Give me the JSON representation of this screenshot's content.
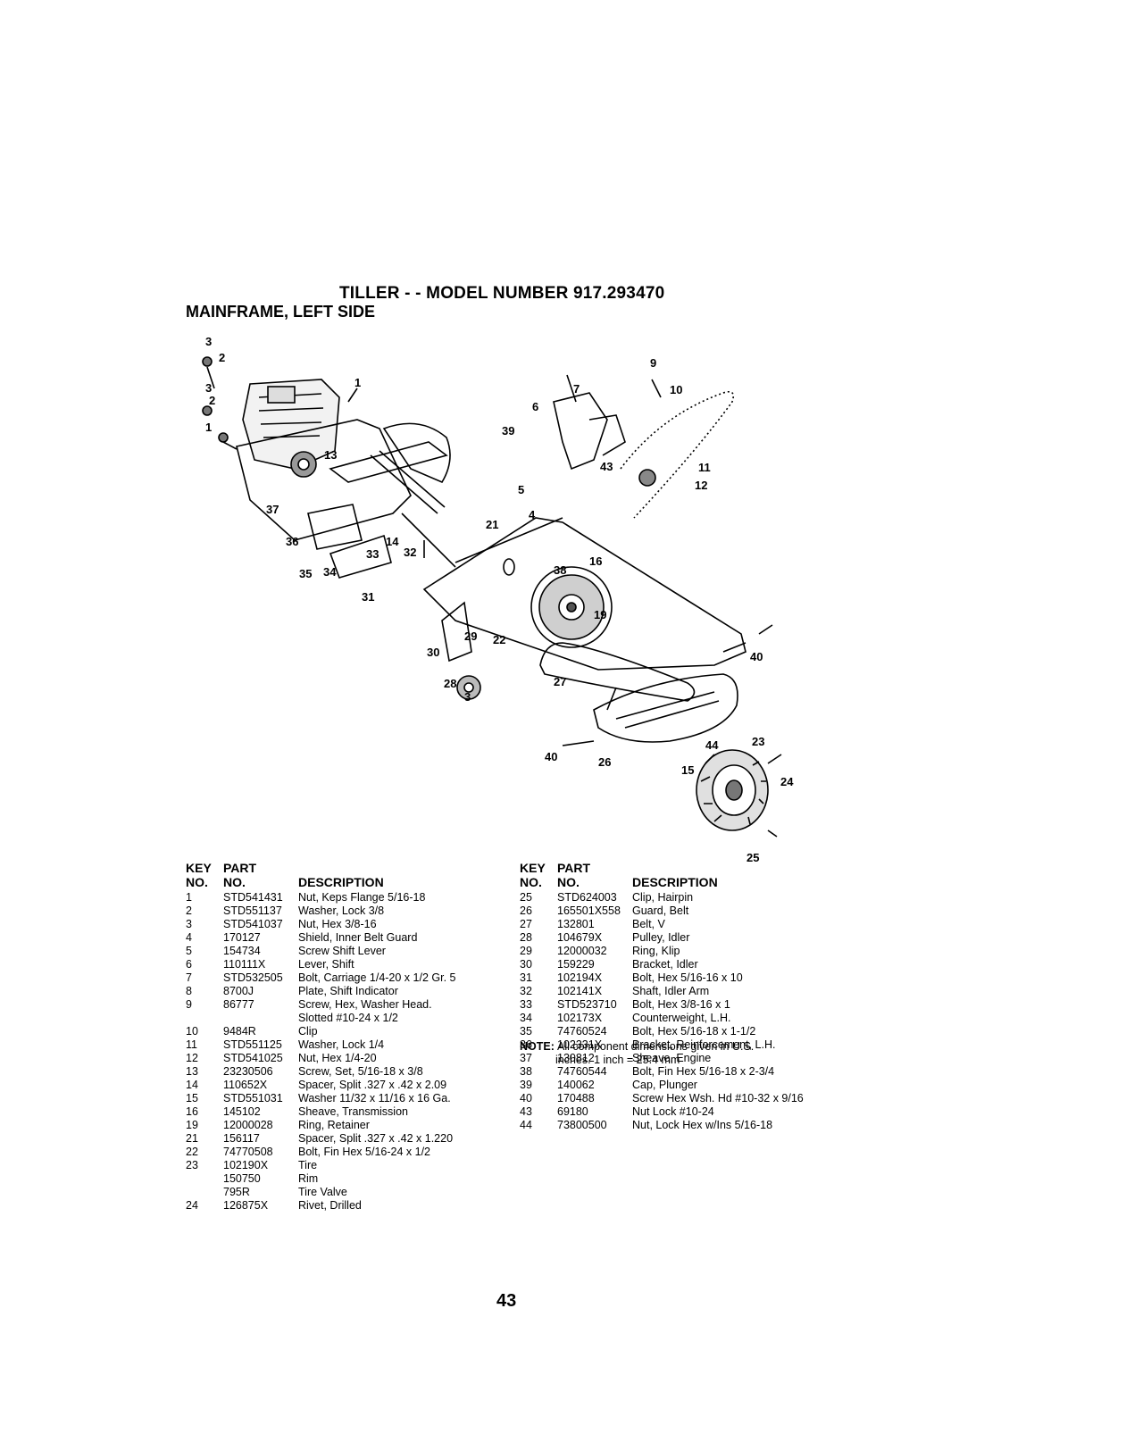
{
  "title": "TILLER - - MODEL NUMBER 917.293470",
  "subtitle": "MAINFRAME, LEFT SIDE",
  "table_headers": {
    "key_top": "KEY",
    "key_bottom": "NO.",
    "part_top": "PART",
    "part_bottom": "NO.",
    "description": "DESCRIPTION"
  },
  "left_rows": [
    {
      "key": "1",
      "part": "STD541431",
      "desc": "Nut, Keps Flange 5/16-18"
    },
    {
      "key": "2",
      "part": "STD551137",
      "desc": "Washer, Lock 3/8"
    },
    {
      "key": "3",
      "part": "STD541037",
      "desc": "Nut, Hex 3/8-16"
    },
    {
      "key": "4",
      "part": "170127",
      "desc": "Shield, Inner Belt Guard"
    },
    {
      "key": "5",
      "part": "154734",
      "desc": "Screw Shift Lever"
    },
    {
      "key": "6",
      "part": "110111X",
      "desc": "Lever, Shift"
    },
    {
      "key": "7",
      "part": "STD532505",
      "desc": "Bolt, Carriage 1/4-20 x 1/2 Gr. 5"
    },
    {
      "key": "8",
      "part": "8700J",
      "desc": "Plate, Shift Indicator"
    },
    {
      "key": "9",
      "part": "86777",
      "desc": "Screw, Hex, Washer Head."
    },
    {
      "key": "",
      "part": "",
      "desc": "Slotted #10-24 x 1/2"
    },
    {
      "key": "10",
      "part": "9484R",
      "desc": "Clip"
    },
    {
      "key": "11",
      "part": "STD551125",
      "desc": "Washer, Lock 1/4"
    },
    {
      "key": "12",
      "part": "STD541025",
      "desc": "Nut, Hex 1/4-20"
    },
    {
      "key": "13",
      "part": "23230506",
      "desc": "Screw, Set, 5/16-18 x 3/8"
    },
    {
      "key": "14",
      "part": "110652X",
      "desc": "Spacer, Split .327 x .42 x 2.09"
    },
    {
      "key": "15",
      "part": "STD551031",
      "desc": "Washer 11/32 x 11/16 x 16 Ga."
    },
    {
      "key": "16",
      "part": "145102",
      "desc": "Sheave, Transmission"
    },
    {
      "key": "19",
      "part": "12000028",
      "desc": "Ring, Retainer"
    },
    {
      "key": "21",
      "part": "156117",
      "desc": "Spacer, Split .327 x .42 x 1.220"
    },
    {
      "key": "22",
      "part": "74770508",
      "desc": "Bolt, Fin Hex 5/16-24 x 1/2"
    },
    {
      "key": "23",
      "part": "102190X",
      "desc": "Tire"
    },
    {
      "key": "",
      "part": "150750",
      "desc": "Rim"
    },
    {
      "key": "",
      "part": "795R",
      "desc": "Tire Valve"
    },
    {
      "key": "24",
      "part": "126875X",
      "desc": "Rivet, Drilled"
    }
  ],
  "right_rows": [
    {
      "key": "25",
      "part": "STD624003",
      "desc": "Clip, Hairpin"
    },
    {
      "key": "26",
      "part": "165501X558",
      "desc": "Guard, Belt"
    },
    {
      "key": "27",
      "part": "132801",
      "desc": "Belt, V"
    },
    {
      "key": "28",
      "part": "104679X",
      "desc": "Pulley, Idler"
    },
    {
      "key": "29",
      "part": "12000032",
      "desc": "Ring, Klip"
    },
    {
      "key": "30",
      "part": "159229",
      "desc": "Bracket, Idler"
    },
    {
      "key": "31",
      "part": "102194X",
      "desc": "Bolt, Hex 5/16-16 x 10"
    },
    {
      "key": "32",
      "part": "102141X",
      "desc": "Shaft, Idler Arm"
    },
    {
      "key": "33",
      "part": "STD523710",
      "desc": "Bolt, Hex 3/8-16 x 1"
    },
    {
      "key": "34",
      "part": "102173X",
      "desc": "Counterweight, L.H."
    },
    {
      "key": "35",
      "part": "74760524",
      "desc": "Bolt, Hex 5/16-18 x 1-1/2"
    },
    {
      "key": "36",
      "part": "102331X",
      "desc": "Bracket, Reinforcement, L.H."
    },
    {
      "key": "37",
      "part": "130812",
      "desc": "Sheave, Engine"
    },
    {
      "key": "38",
      "part": "74760544",
      "desc": "Bolt, Fin Hex 5/16-18 x 2-3/4"
    },
    {
      "key": "39",
      "part": "140062",
      "desc": "Cap, Plunger"
    },
    {
      "key": "40",
      "part": "170488",
      "desc": "Screw Hex Wsh. Hd #10-32 x 9/16"
    },
    {
      "key": "43",
      "part": "69180",
      "desc": "Nut Lock #10-24"
    },
    {
      "key": "44",
      "part": "73800500",
      "desc": "Nut, Lock Hex w/Ins 5/16-18"
    }
  ],
  "note": {
    "label": "NOTE:",
    "line1": "All component dimensions given in U.S.",
    "line2": "inches. 1 inch = 25.4 mm"
  },
  "callouts": [
    "3",
    "2",
    "3",
    "2",
    "1",
    "1",
    "13",
    "37",
    "36",
    "35",
    "34",
    "14",
    "32",
    "33",
    "31",
    "21",
    "4",
    "7",
    "6",
    "39",
    "43",
    "5",
    "9",
    "10",
    "11",
    "12",
    "38",
    "16",
    "19",
    "30",
    "29",
    "22",
    "28",
    "3",
    "27",
    "40",
    "40",
    "26",
    "44",
    "23",
    "15",
    "24",
    "25"
  ],
  "page_number": "43"
}
